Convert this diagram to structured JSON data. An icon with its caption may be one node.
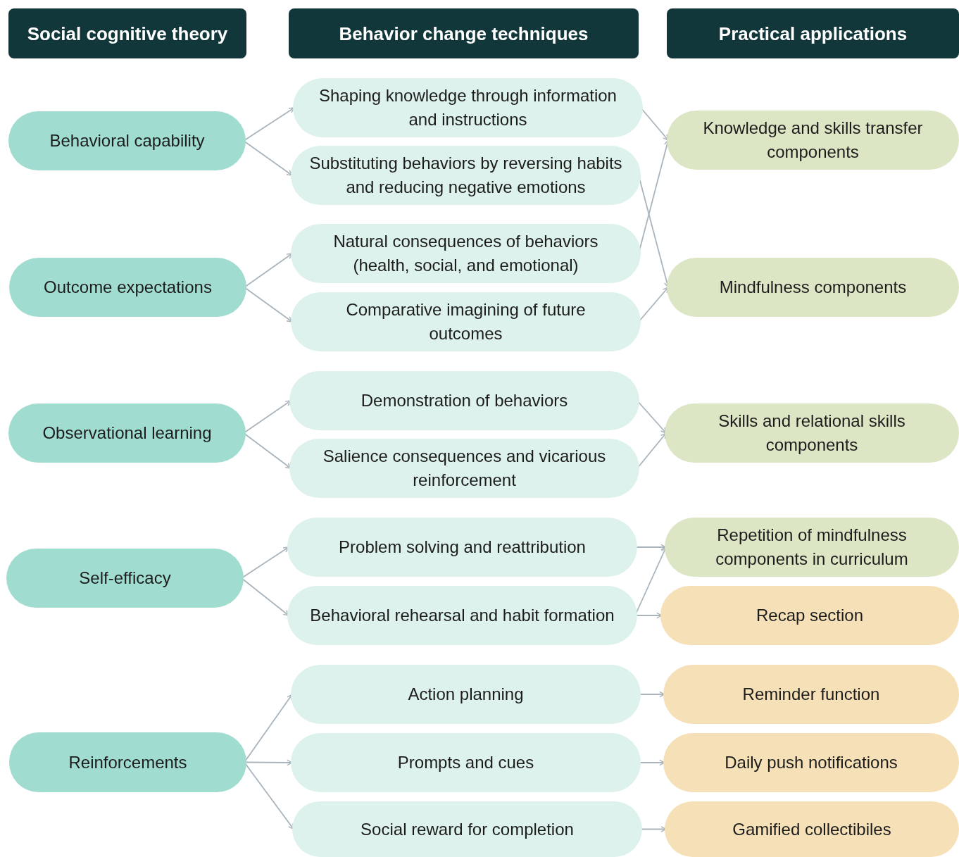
{
  "diagram": {
    "nodes": [
      {
        "text": [
          "Social cognitive theory"
        ]
      },
      {
        "text": [
          "Behavior change techniques"
        ]
      },
      {
        "text": [
          "Practical applications"
        ]
      },
      {
        "text": [
          "Behavioral capability"
        ]
      },
      {
        "text": [
          "Outcome expectations"
        ]
      },
      {
        "text": [
          "Observational learning"
        ]
      },
      {
        "text": [
          "Self-efficacy"
        ]
      },
      {
        "text": [
          "Reinforcements"
        ]
      },
      {
        "text": [
          "Shaping knowledge through information and instructions"
        ]
      },
      {
        "text": [
          "Substituting behaviors by reversing habits and reducing negative emotions"
        ]
      },
      {
        "text": [
          "Natural consequences of behaviors (health, social, and emotional)"
        ]
      },
      {
        "text": [
          "Comparative imagining of future outcomes"
        ]
      },
      {
        "text": [
          "Demonstration of behaviors"
        ]
      },
      {
        "text": [
          "Salience consequences and vicarious reinforcement"
        ]
      },
      {
        "text": [
          "Problem solving and reattribution"
        ]
      },
      {
        "text": [
          "Behavioral rehearsal and habit formation"
        ]
      },
      {
        "text": [
          "Action planning"
        ]
      },
      {
        "text": [
          "Prompts and cues"
        ]
      },
      {
        "text": [
          "Social reward for completion"
        ]
      },
      {
        "text": [
          "Knowledge and skills transfer components"
        ]
      },
      {
        "text": [
          "Mindfulness components"
        ]
      },
      {
        "text": [
          "Skills and relational skills components"
        ]
      },
      {
        "text": [
          "Repetition of mindfulness components in curriculum"
        ]
      },
      {
        "text": [
          "Recap section"
        ]
      },
      {
        "text": [
          "Reminder function"
        ]
      },
      {
        "text": [
          "Daily push notifications"
        ]
      },
      {
        "text": [
          "Gamified collectibiles"
        ]
      }
    ],
    "edges": [
      {
        "from": 3,
        "to": 8,
        "arrow": "to"
      },
      {
        "from": 3,
        "to": 9,
        "arrow": "to"
      },
      {
        "from": 4,
        "to": 10,
        "arrow": "to"
      },
      {
        "from": 4,
        "to": 11,
        "arrow": "to"
      },
      {
        "from": 5,
        "to": 12,
        "arrow": "to"
      },
      {
        "from": 5,
        "to": 13,
        "arrow": "to"
      },
      {
        "from": 6,
        "to": 14,
        "arrow": "to"
      },
      {
        "from": 6,
        "to": 15,
        "arrow": "to"
      },
      {
        "from": 7,
        "to": 16,
        "arrow": "to"
      },
      {
        "from": 7,
        "to": 17,
        "arrow": "to"
      },
      {
        "from": 7,
        "to": 18,
        "arrow": "to"
      },
      {
        "from": 8,
        "to": 19,
        "arrow": "to"
      },
      {
        "from": 9,
        "to": 20,
        "arrow": "to"
      },
      {
        "from": 10,
        "to": 19,
        "arrow": "to"
      },
      {
        "from": 11,
        "to": 20,
        "arrow": "to"
      },
      {
        "from": 12,
        "to": 21,
        "arrow": "to"
      },
      {
        "from": 13,
        "to": 21,
        "arrow": "to"
      },
      {
        "from": 14,
        "to": 22,
        "arrow": "to"
      },
      {
        "from": 15,
        "to": 22,
        "arrow": "to"
      },
      {
        "from": 15,
        "to": 23,
        "arrow": "to"
      },
      {
        "from": 16,
        "to": 24,
        "arrow": "to"
      },
      {
        "from": 17,
        "to": 25,
        "arrow": "to"
      },
      {
        "from": 18,
        "to": 26,
        "arrow": "to"
      }
    ]
  }
}
